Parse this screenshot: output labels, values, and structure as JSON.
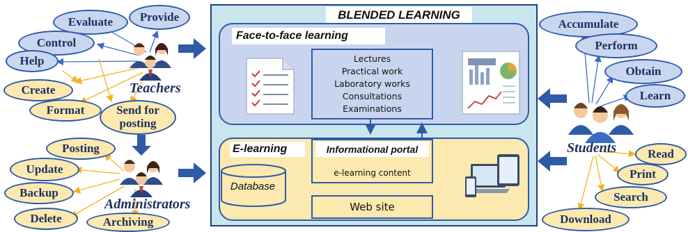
{
  "title": "BLENDED LEARNING",
  "face_to_face": {
    "label": "Face-to-face learning",
    "items": [
      "Lectures",
      "Practical work",
      "Laboratory works",
      "Consultations",
      "Examinations"
    ]
  },
  "elearning": {
    "label": "E-learning",
    "database": "Database",
    "portal_title": "Informational portal",
    "portal_content": "e-learning content",
    "website": "Web site"
  },
  "teachers": {
    "label": "Teachers",
    "actions": [
      "Evaluate",
      "Provide",
      "Control",
      "Help",
      "Create",
      "Format",
      "Send for\nposting"
    ]
  },
  "administrators": {
    "label": "Administrators",
    "actions": [
      "Posting",
      "Update",
      "Backup",
      "Delete",
      "Archiving"
    ]
  },
  "students": {
    "label": "Students",
    "actions_top": [
      "Accumulate",
      "Perform",
      "Obtain",
      "Learn"
    ],
    "actions_bottom": [
      "Read",
      "Print",
      "Search",
      "Download"
    ]
  },
  "colors": {
    "arrow": "#2f5aa8",
    "line_blue": "#3b6cc4",
    "line_yellow": "#f2b321",
    "oval_blue": "#c8d6f0",
    "oval_yellow": "#fbe9b0"
  },
  "icons": [
    "teachers-icon",
    "administrators-icon",
    "students-icon",
    "checklist-icon",
    "report-chart-icon",
    "devices-icon",
    "database-icon"
  ]
}
